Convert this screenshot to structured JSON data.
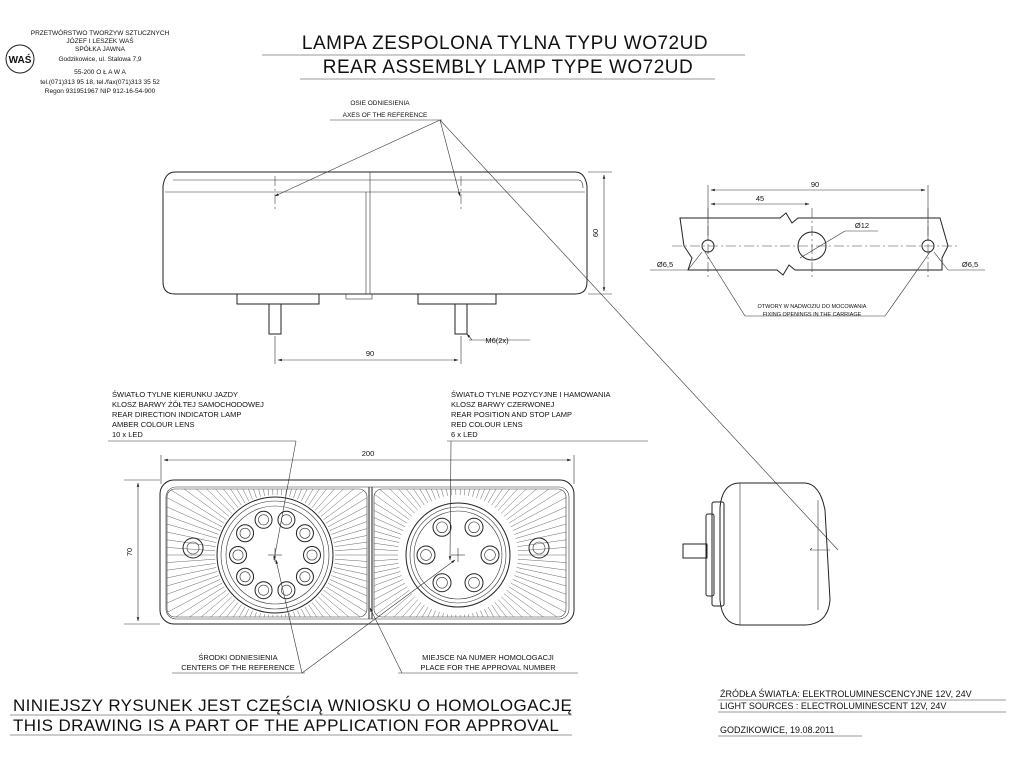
{
  "company": {
    "lines": [
      "PRZETWÓRSTWO TWORZYW SZTUCZNYCH",
      "JÓZEF I LESZEK WAŚ",
      "SPÓŁKA JAWNA",
      "Godzikowice, ul. Stalowa 7,9",
      "55-200  O Ł A W A",
      "tel.(071)313 95 18, tel./fax(071)313 35 52",
      "Regon 931951967 NIP 912-16-54-900"
    ],
    "logo_text": "WAŚ"
  },
  "title": {
    "pl": "LAMPA ZESPOLONA TYLNA  TYPU WO72UD",
    "en": "REAR ASSEMBLY LAMP TYPE WO72UD"
  },
  "axes_label": {
    "pl": "OSIE ODNIESIENIA",
    "en": "AXES OF THE REFERENCE"
  },
  "top_view": {
    "height_dim": "60",
    "bolt_spacing_dim": "90",
    "thread_label": "M6(2x)"
  },
  "mounting_view": {
    "overall_dim": "90",
    "half_dim": "45",
    "center_hole": "Ø12",
    "left_hole": "Ø6,5",
    "right_hole": "Ø6,5",
    "note_pl": "OTWORY W NADWOZIU DO MOCOWANIA",
    "note_en": "FIXING OPENINGS IN THE CARRIAGE"
  },
  "indicator_callout": {
    "lines": [
      "ŚWIATŁO TYLNE KIERUNKU JAZDY",
      "KLOSZ BARWY ŻÓŁTEJ SAMOCHODOWEJ",
      "REAR DIRECTION INDICATOR LAMP",
      "AMBER COLOUR LENS",
      "10 x LED"
    ]
  },
  "stop_callout": {
    "lines": [
      "ŚWIATŁO TYLNE POZYCYJNE I HAMOWANIA",
      "KLOSZ BARWY CZERWONEJ",
      "REAR POSITION AND STOP LAMP",
      "RED COLOUR LENS",
      "6 x LED"
    ]
  },
  "front_view": {
    "width_dim": "200",
    "height_dim": "70"
  },
  "centers_label": {
    "pl": "ŚRODKI ODNIESIENIA",
    "en": "CENTERS OF THE REFERENCE"
  },
  "approval_label": {
    "pl": "MIEJSCE NA NUMER HOMOLOGACJI",
    "en": "PLACE FOR THE APPROVAL NUMBER"
  },
  "footer": {
    "pl": "NINIEJSZY RYSUNEK JEST CZĘŚCIĄ WNIOSKU O  HOMOLOGACJĘ",
    "en": "THIS DRAWING IS A PART OF THE APPLICATION FOR  APPROVAL"
  },
  "light_sources": {
    "pl": "ŹRÓDŁA ŚWIATŁA: ELEKTROLUMINESCENCYJNE  12V, 24V",
    "en": "LIGHT SOURCES : ELECTROLUMINESCENT  12V, 24V"
  },
  "date_place": "GODZIKOWICE,  19.08.2011"
}
